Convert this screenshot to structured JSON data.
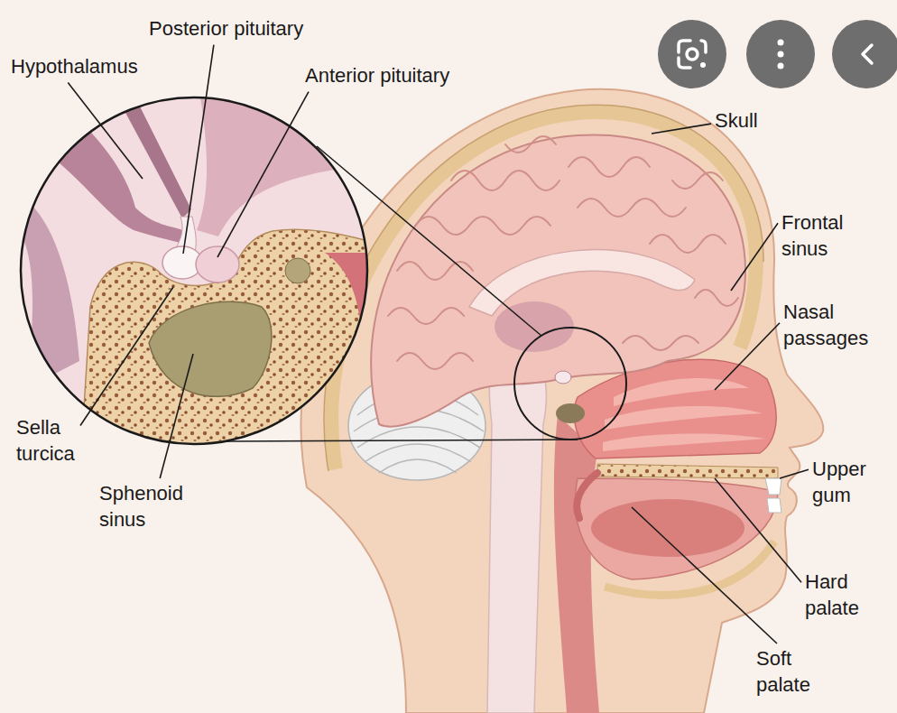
{
  "diagram": {
    "labels": [
      "Posterior pituitary",
      "Hypothalamus",
      "Anterior pituitary",
      "Skull",
      "Frontal sinus",
      "Nasal passages",
      "Sella turcica",
      "Sphenoid sinus",
      "Upper gum",
      "Hard palate",
      "Soft palate"
    ]
  }
}
